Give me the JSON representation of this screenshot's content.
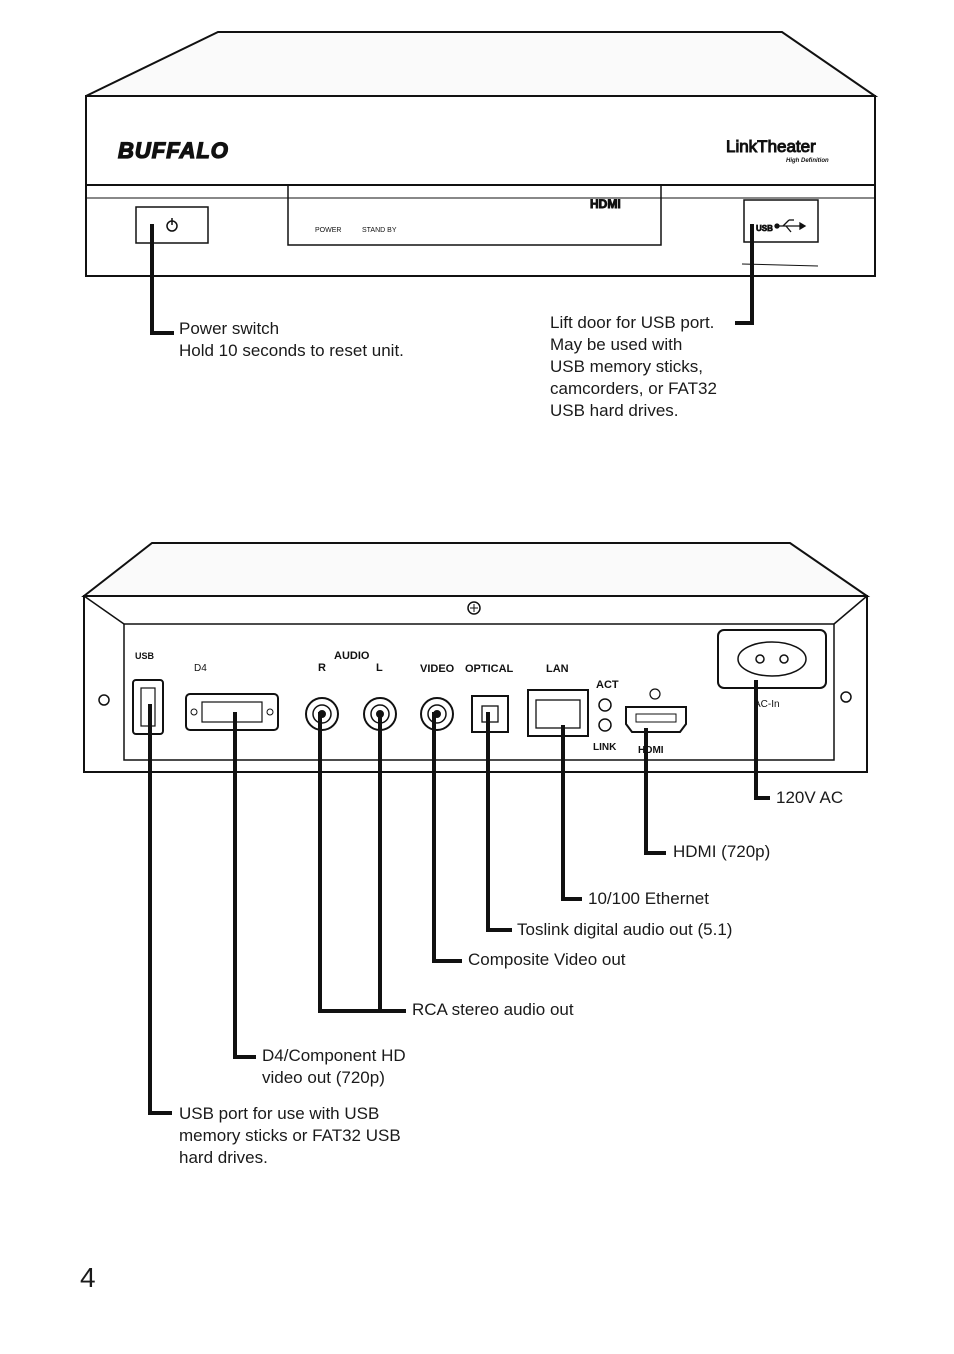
{
  "front": {
    "brand_logo": "BUFFALO",
    "product_logo_main": "LinkTheater",
    "product_logo_sub": "High Definition",
    "hdmi_logo": "HDMI",
    "power_led_label": "POWER",
    "standby_led_label": "STAND BY",
    "usb_label": "USB"
  },
  "rear": {
    "usb_label": "USB",
    "d4_label": "D4",
    "audio_label": "AUDIO",
    "audio_r_label": "R",
    "audio_l_label": "L",
    "video_label": "VIDEO",
    "optical_label": "OPTICAL",
    "lan_label": "LAN",
    "act_label": "ACT",
    "link_label": "LINK",
    "hdmi_label": "HDMI",
    "ac_in_label": "AC-In"
  },
  "callouts": {
    "power_switch": "Power switch\nHold 10 seconds to reset unit.",
    "usb_door": "Lift door for USB port.\nMay be used with\nUSB memory sticks,\ncamcorders, or FAT32\nUSB hard drives.",
    "ac_120v": "120V AC",
    "hdmi_720p": "HDMI (720p)",
    "ethernet": "10/100 Ethernet",
    "toslink": "Toslink digital audio out (5.1)",
    "composite": "Composite Video out",
    "rca_audio": "RCA stereo audio out",
    "d4_component": "D4/Component HD\nvideo out (720p)",
    "usb_rear": "USB port for use with USB\nmemory sticks or FAT32 USB\nhard drives."
  },
  "page_number": "4"
}
